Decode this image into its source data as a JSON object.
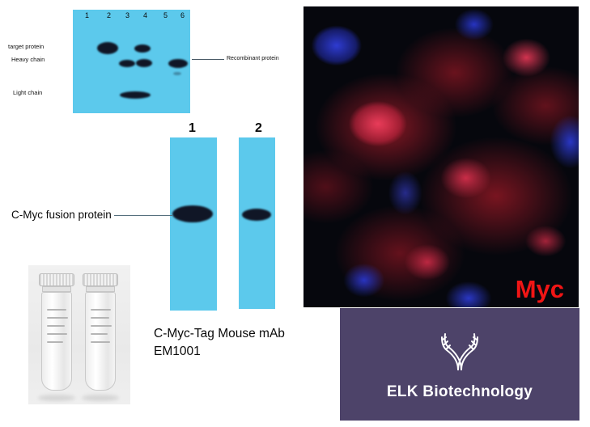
{
  "western_blot": {
    "lane_numbers": [
      "1",
      "2",
      "3",
      "4",
      "5",
      "6"
    ],
    "row_labels": [
      "target protein",
      "Heavy chain",
      "Light chain"
    ],
    "annotation": "Recombinant protein"
  },
  "strip_blot": {
    "lane_numbers": [
      "1",
      "2"
    ],
    "annotation": "C-Myc fusion protein"
  },
  "product": {
    "name": "C-Myc-Tag Mouse mAb",
    "catalog": "EM1001"
  },
  "if_panel": {
    "label": "Myc"
  },
  "brand": {
    "name": "ELK Biotechnology"
  },
  "colors": {
    "blot_background": "#5cc9ec",
    "band": "#101626",
    "brand_background": "#4d4369",
    "myc_label": "#f01515"
  }
}
